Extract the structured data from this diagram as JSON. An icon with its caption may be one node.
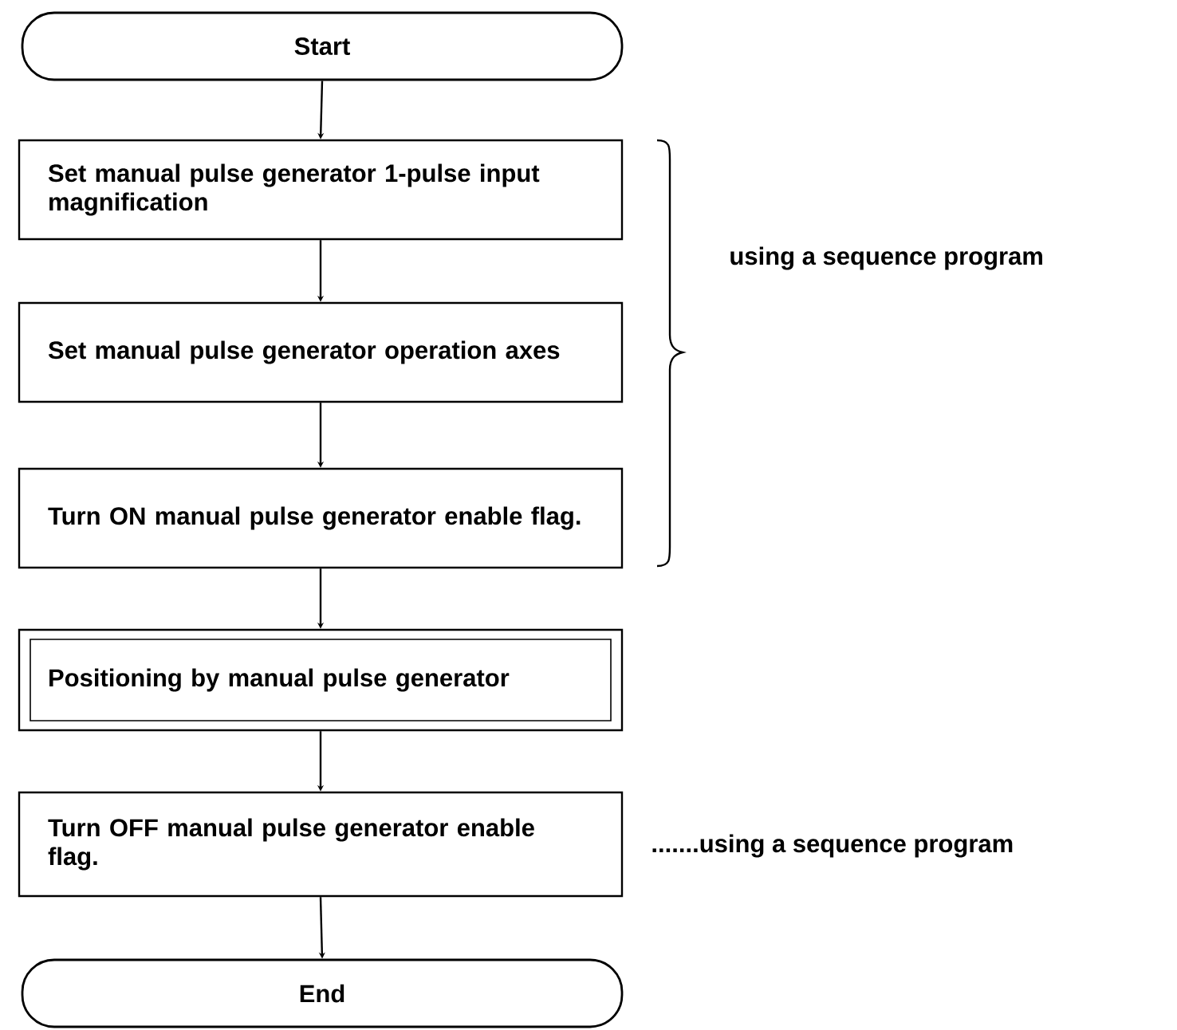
{
  "diagram": {
    "nodes": [
      {
        "text": [
          "Start"
        ]
      },
      {
        "text": [
          "Set manual pulse generator 1-pulse input magnification"
        ]
      },
      {
        "text": [
          "Set manual pulse generator operation axes"
        ]
      },
      {
        "text": [
          "Turn ON manual pulse generator enable flag."
        ]
      },
      {
        "text": [
          "Positioning by manual pulse generator"
        ]
      },
      {
        "text": [
          "Turn OFF manual pulse generator enable flag."
        ],
        "beside": [
          ".......using a sequence program"
        ]
      },
      {
        "text": [
          "End"
        ]
      }
    ],
    "edges": [
      {
        "from": 0,
        "to": 1,
        "arrow": "to"
      },
      {
        "from": 1,
        "to": 2,
        "arrow": "to"
      },
      {
        "from": 2,
        "to": 3,
        "arrow": "to"
      },
      {
        "from": 3,
        "to": 4,
        "arrow": "to"
      },
      {
        "from": 4,
        "to": 5,
        "arrow": "to"
      },
      {
        "from": 5,
        "to": 6,
        "arrow": "to"
      }
    ],
    "labels": [
      "using a sequence program"
    ]
  }
}
